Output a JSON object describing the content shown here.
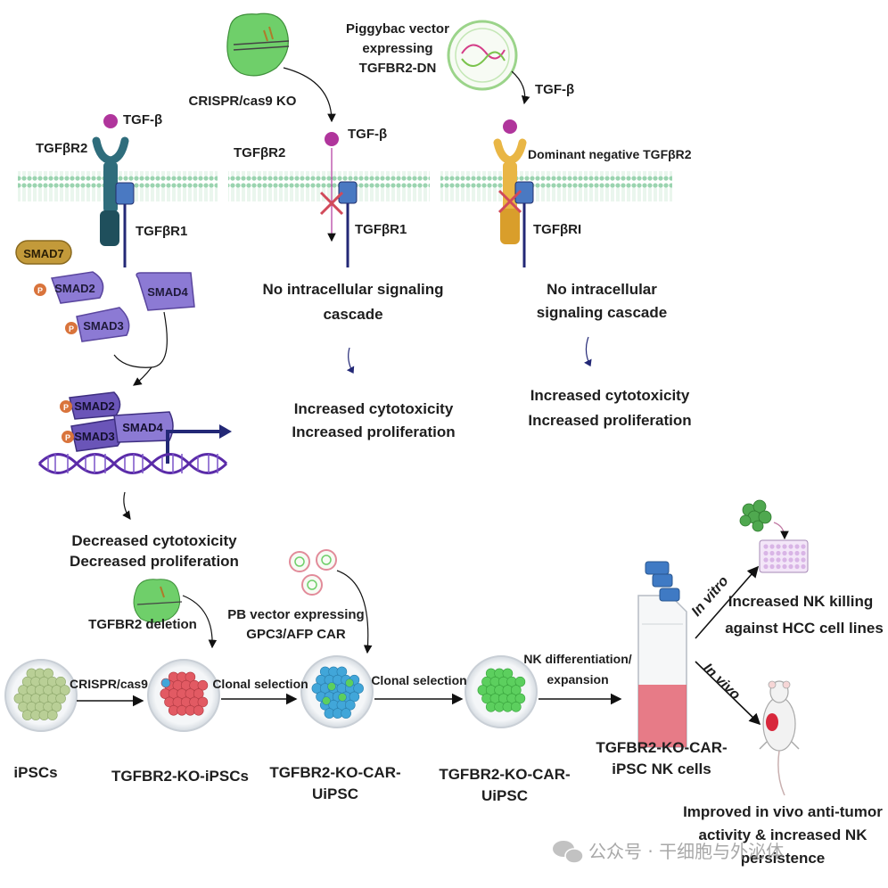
{
  "panels": {
    "native": {
      "ligand": "TGF-β",
      "receptor2": "TGFβR2",
      "receptor1": "TGFβR1",
      "smad7": "SMAD7",
      "smad2": "SMAD2",
      "smad3": "SMAD3",
      "smad4": "SMAD4",
      "phospho": "P",
      "outcome": [
        "Decreased cytotoxicity",
        "Decreased proliferation"
      ]
    },
    "crispr_ko": {
      "method": "CRISPR/cas9 KO",
      "ligand": "TGF-β",
      "receptor2": "TGFβR2",
      "receptor1": "TGFβR1",
      "signal": [
        "No intracellular signaling",
        "cascade"
      ],
      "outcome": [
        "Increased cytotoxicity",
        "Increased proliferation"
      ]
    },
    "dominant_negative": {
      "vector": [
        "Piggybac vector",
        "expressing",
        "TGFBR2-DN"
      ],
      "ligand": "TGF-β",
      "receptor_dn": "Dominant negative TGFβR2",
      "receptor1": "TGFβRI",
      "signal": [
        "No intracellular",
        "signaling cascade"
      ],
      "outcome": [
        "Increased cytotoxicity",
        "Increased proliferation"
      ]
    }
  },
  "workflow": {
    "steps": {
      "ipsc": "iPSCs",
      "ko": "TGFBR2-KO-iPSCs",
      "car1": [
        "TGFBR2-KO-CAR-",
        "UiPSC"
      ],
      "car2": [
        "TGFBR2-KO-CAR-",
        "UiPSC"
      ],
      "nk": [
        "TGFBR2-KO-CAR-",
        "iPSC NK cells"
      ]
    },
    "arrows": {
      "crispr": "CRISPR/cas9",
      "clonal1": "Clonal selection",
      "clonal2": "Clonal selection",
      "nkdiff": [
        "NK differentiation/",
        "expansion"
      ]
    },
    "tgfbr2_deletion": "TGFBR2 deletion",
    "pb_vector": [
      "PB vector expressing",
      "GPC3/AFP CAR"
    ],
    "in_vitro": "In vitro",
    "in_vivo": "In vivo",
    "invitro_result": [
      "Increased NK killing",
      "against HCC cell lines"
    ],
    "invivo_result": [
      "Improved in vivo anti-tumor",
      "activity & increased NK",
      "persistence"
    ]
  },
  "watermark": "公众号 · 干细胞与外泌体",
  "colors": {
    "membrane": "#9bd4b0",
    "receptor_teal": "#2f6d7c",
    "receptor_dark": "#1f4f5c",
    "receptor_blue": "#4a79c2",
    "receptor_navy": "#232876",
    "ligand": "#b0359c",
    "smad": "#8c7ad4",
    "smad_dark": "#6a55b8",
    "smad7": "#c39a3a",
    "phospho": "#d9743c",
    "dna": "#5a2ba8",
    "dn_receptor": "#e9b645",
    "ko_cross": "#d14a5a",
    "dish_rim": "#c9cfd6",
    "ipsc_cells": "#b9cf96",
    "ko_cells": "#e25a63",
    "car_cells": "#41a6d9",
    "nk_cells": "#5ccf5e",
    "flask_media": "#e45b6a",
    "flask_cap": "#3f7ac4",
    "plate": "#d9b5e6",
    "mouse_tumor": "#d8283c"
  }
}
